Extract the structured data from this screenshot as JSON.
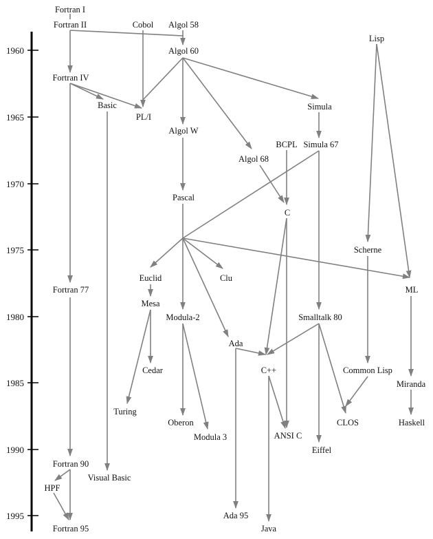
{
  "diagram": {
    "years": [
      "1960",
      "1965",
      "1970",
      "1975",
      "1980",
      "1985",
      "1990",
      "1995"
    ],
    "languages": {
      "fortran_i": "Fortran I",
      "fortran_ii": "Fortran II",
      "cobol": "Cobol",
      "algol58": "Algol 58",
      "lisp": "Lisp",
      "algol60": "Algol 60",
      "fortran_iv": "Fortran IV",
      "basic": "Basic",
      "pli": "PL/I",
      "simula": "Simula",
      "algolw": "Algol W",
      "bcpl": "BCPL",
      "simula67": "Simula 67",
      "algol68": "Algol 68",
      "pascal": "Pascal",
      "c": "C",
      "scheme": "Scherne",
      "euclid": "Euclid",
      "clu": "Clu",
      "fortran77": "Fortran 77",
      "ml": "ML",
      "mesa": "Mesa",
      "modula2": "Modula-2",
      "smalltalk80": "Smalltalk 80",
      "ada": "Ada",
      "cedar": "Cedar",
      "cpp": "C++",
      "commonlisp": "Common Lisp",
      "miranda": "Miranda",
      "turing": "Turing",
      "oberon": "Oberon",
      "clos": "CLOS",
      "haskell": "Haskell",
      "modula3": "Modula 3",
      "ansic": "ANSI C",
      "eiffel": "Eiffel",
      "fortran90": "Fortran 90",
      "visualbasic": "Visual Basic",
      "hpf": "HPF",
      "ada95": "Ada 95",
      "fortran95": "Fortran 95",
      "java": "Java"
    }
  }
}
